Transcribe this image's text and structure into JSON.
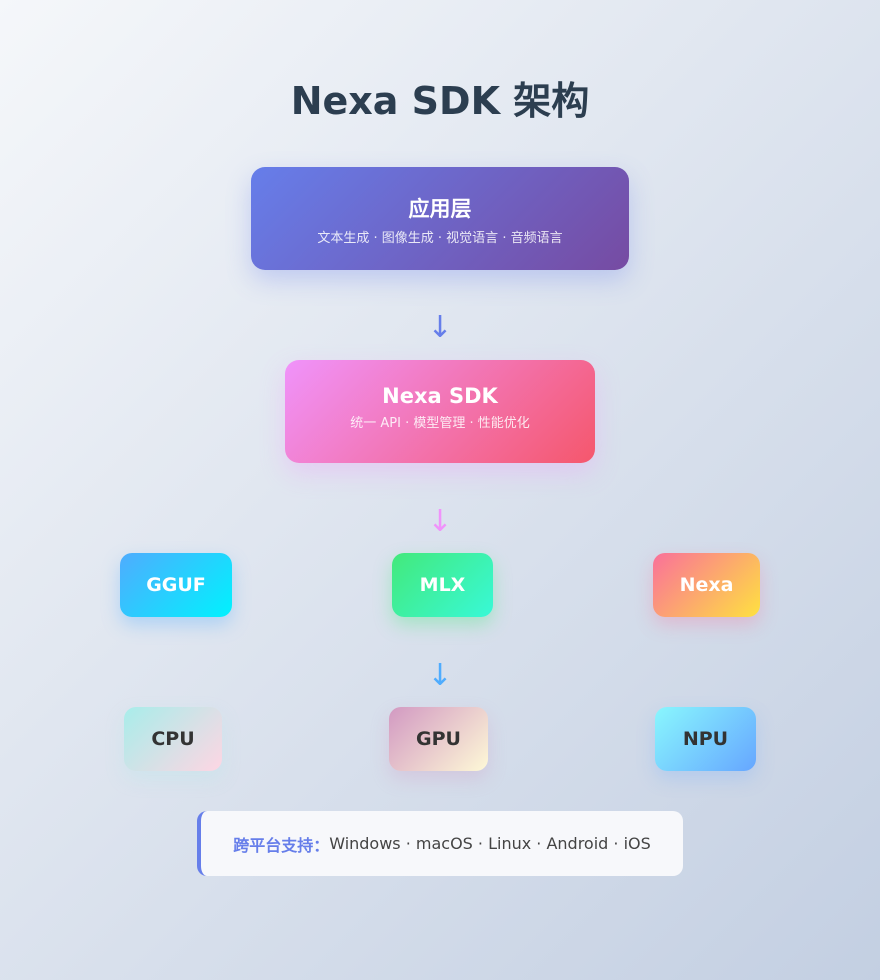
{
  "title": "Nexa SDK 架构",
  "layers": {
    "application": {
      "title": "应用层",
      "subtitle": "文本生成 · 图像生成 · 视觉语言 · 音频语言",
      "colors": [
        "#667eea",
        "#764ba2"
      ]
    },
    "sdk": {
      "title": "Nexa SDK",
      "subtitle": "统一 API · 模型管理 · 性能优化",
      "colors": [
        "#f093fb",
        "#f5576c"
      ]
    }
  },
  "arrows": [
    {
      "glyph": "↓",
      "color": "#667eea"
    },
    {
      "glyph": "↓",
      "color": "#f093fb"
    },
    {
      "glyph": "↓",
      "color": "#4facfe"
    }
  ],
  "formats": [
    {
      "label": "GGUF",
      "colors": [
        "#4facfe",
        "#00f2fe"
      ]
    },
    {
      "label": "MLX",
      "colors": [
        "#43e97b",
        "#38f9d7"
      ]
    },
    {
      "label": "Nexa",
      "colors": [
        "#fa709a",
        "#fee140"
      ]
    }
  ],
  "hardware": [
    {
      "label": "CPU",
      "colors": [
        "#a8edea",
        "#fed6e3"
      ]
    },
    {
      "label": "GPU",
      "colors": [
        "#d299c2",
        "#fef9d7"
      ]
    },
    {
      "label": "NPU",
      "colors": [
        "#89f7fe",
        "#66a6ff"
      ]
    }
  ],
  "platform": {
    "label": "跨平台支持：",
    "value": "Windows · macOS · Linux · Android · iOS"
  }
}
